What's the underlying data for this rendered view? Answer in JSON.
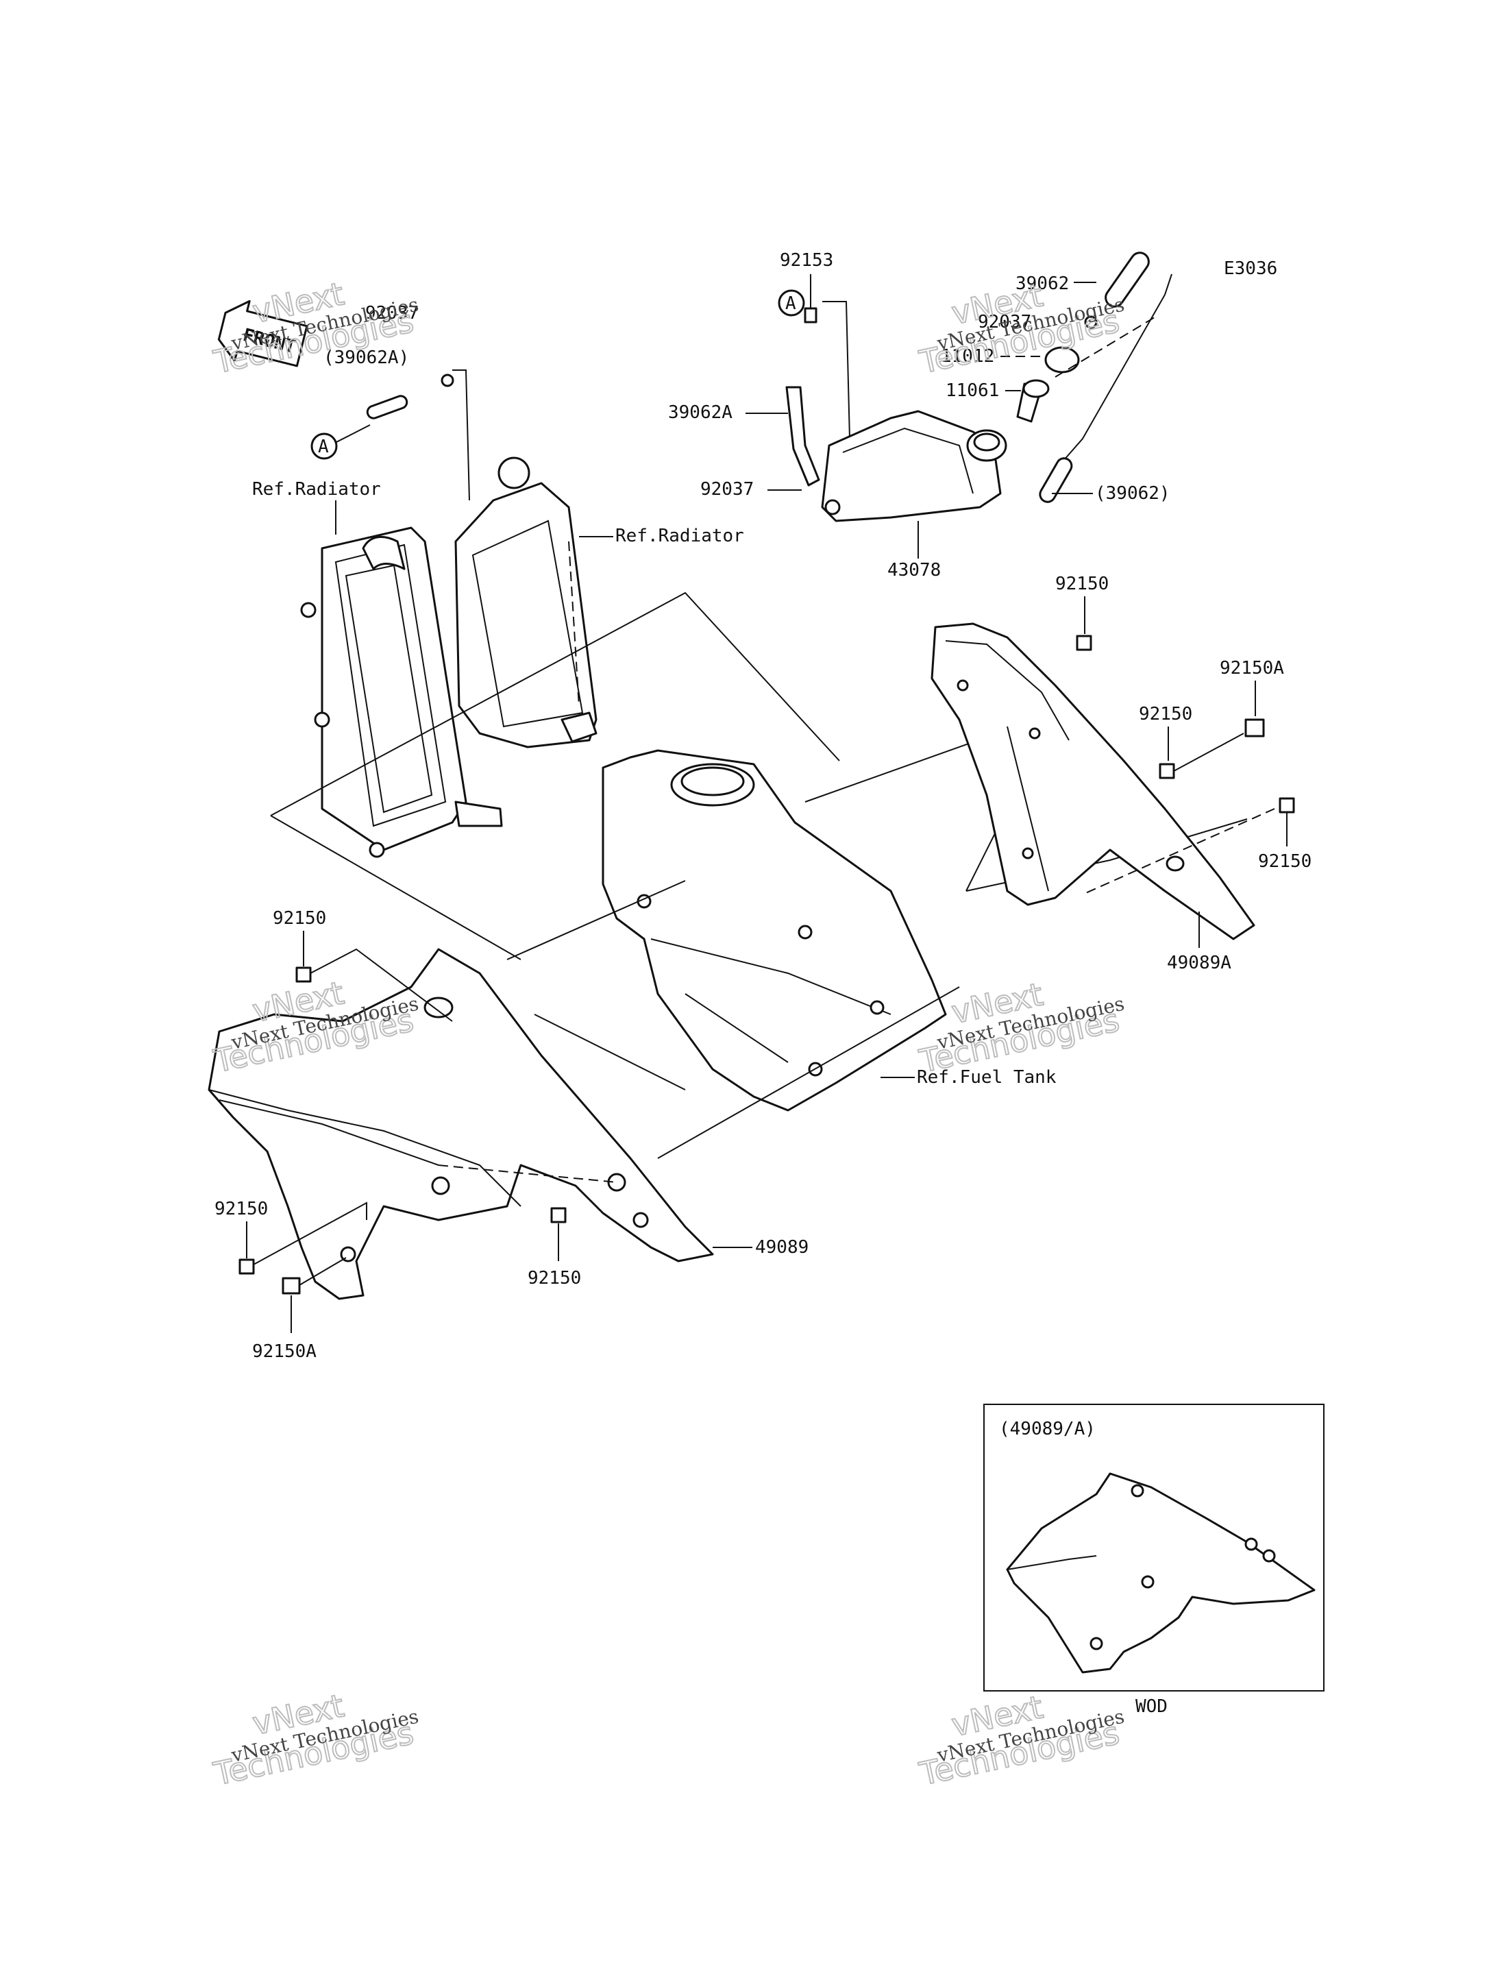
{
  "diagram_code": "E3036",
  "front_label": "FRONT",
  "ref_a": "A",
  "inset_title": "(49089/A)",
  "inset_caption": "WOD",
  "watermark": {
    "line1": "vNext",
    "line2": "Technologies",
    "line3": "vNext Technologies"
  },
  "labels": {
    "p92153": "92153",
    "p39062": "39062",
    "p92037_top": "92037",
    "p11012": "11012",
    "p11061": "11061",
    "p39062A": "39062A",
    "p92037_tank": "92037",
    "p39062_paren": "(39062)",
    "p43078": "43078",
    "p92037_left": "92037",
    "p39062A_paren": "(39062A)",
    "ref_radiator_left": "Ref.Radiator",
    "ref_radiator_right": "Ref.Radiator",
    "p92150_r1": "92150",
    "p92150A_r": "92150A",
    "p92150_r2": "92150",
    "p92150_r3": "92150",
    "p49089A": "49089A",
    "p92150_l1": "92150",
    "ref_fuel_tank": "Ref.Fuel Tank",
    "p92150_l2": "92150",
    "p92150_l3": "92150",
    "p92150A_l": "92150A",
    "p49089": "49089"
  }
}
